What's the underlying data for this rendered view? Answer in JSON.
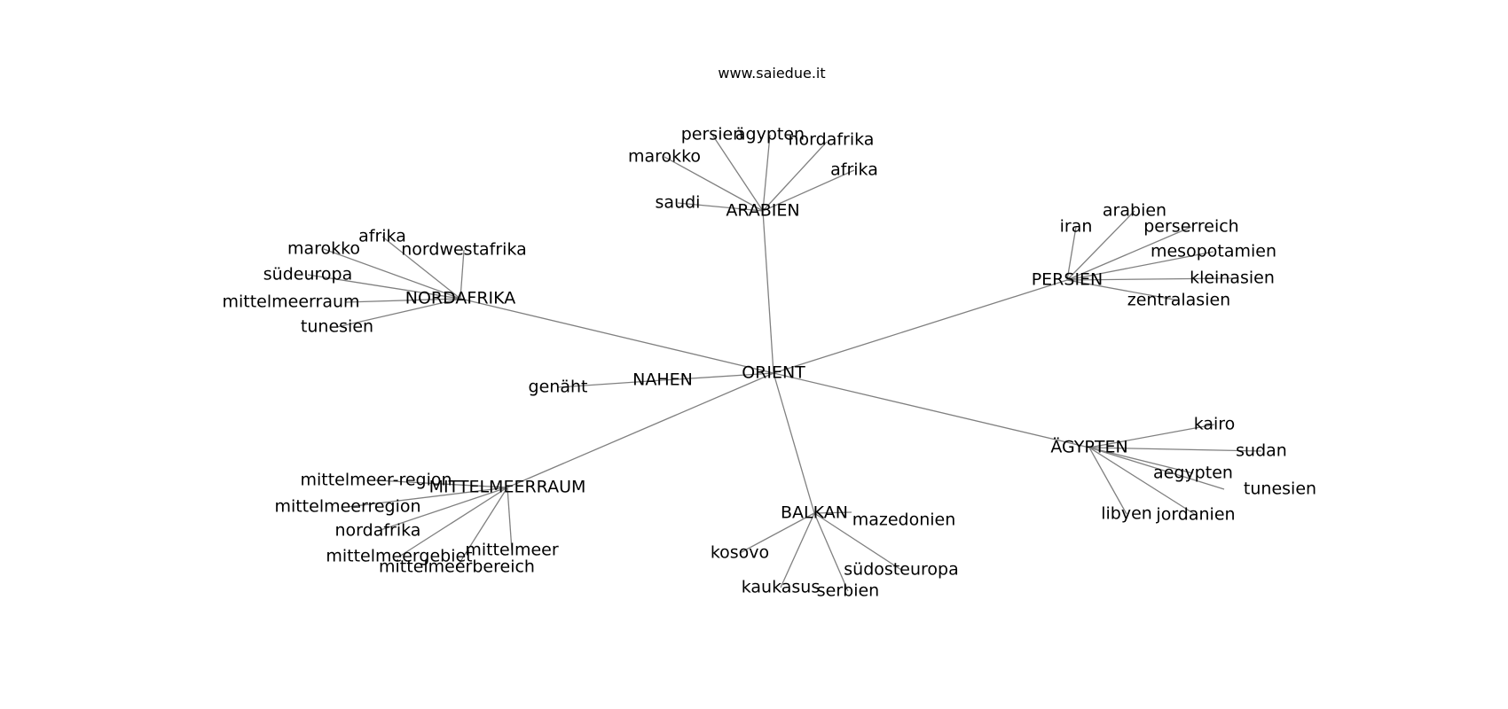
{
  "caption": "www.saiedue.it",
  "center": "ORIENT",
  "clusters": [
    {
      "label": "ARABIEN",
      "children": [
        "persien",
        "ägypten",
        "nordafrika",
        "marokko",
        "afrika",
        "saudi"
      ]
    },
    {
      "label": "PERSIEN",
      "children": [
        "iran",
        "arabien",
        "perserreich",
        "mesopotamien",
        "kleinasien",
        "zentralasien"
      ]
    },
    {
      "label": "NORDAFRIKA",
      "children": [
        "afrika",
        "marokko",
        "nordwestafrika",
        "südeuropa",
        "mittelmeerraum",
        "tunesien"
      ]
    },
    {
      "label": "NAHEN",
      "children": [
        "genäht"
      ]
    },
    {
      "label": "ÄGYPTEN",
      "children": [
        "kairo",
        "sudan",
        "aegypten",
        "tunesien",
        "libyen",
        "jordanien"
      ]
    },
    {
      "label": "MITTELMEERRAUM",
      "children": [
        "mittelmeer-region",
        "mittelmeerregion",
        "nordafrika",
        "mittelmeergebiet",
        "mittelmeer",
        "mittelmeerbereich"
      ]
    },
    {
      "label": "BALKAN",
      "children": [
        "mazedonien",
        "kosovo",
        "südosteuropa",
        "kaukasus",
        "serbien"
      ]
    }
  ]
}
